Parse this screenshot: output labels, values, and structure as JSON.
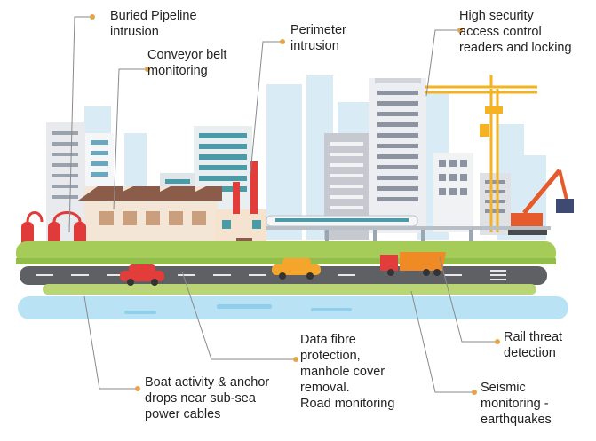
{
  "labels": {
    "buried_pipeline": "Buried Pipeline\nintrusion",
    "conveyor_belt": "Conveyor belt\nmonitoring",
    "perimeter": "Perimeter\nintrusion",
    "high_security": "High security\naccess control\nreaders and locking",
    "data_fibre": "Data fibre\nprotection,\nmanhole cover\nremoval.\nRoad monitoring",
    "boat_activity": "Boat activity & anchor\ndrops near sub-sea\npower cables",
    "rail_threat": "Rail threat\ndetection",
    "seismic": "Seismic\nmonitoring -\nearthquakes"
  },
  "colors": {
    "leader_line": "#8a8a8a",
    "leader_dot": "#e3a54a",
    "sky_building": "#d9ecf6",
    "grass": "#a5cc58",
    "road": "#5f6064",
    "water": "#b9e3f5",
    "crane": "#f3b322"
  }
}
